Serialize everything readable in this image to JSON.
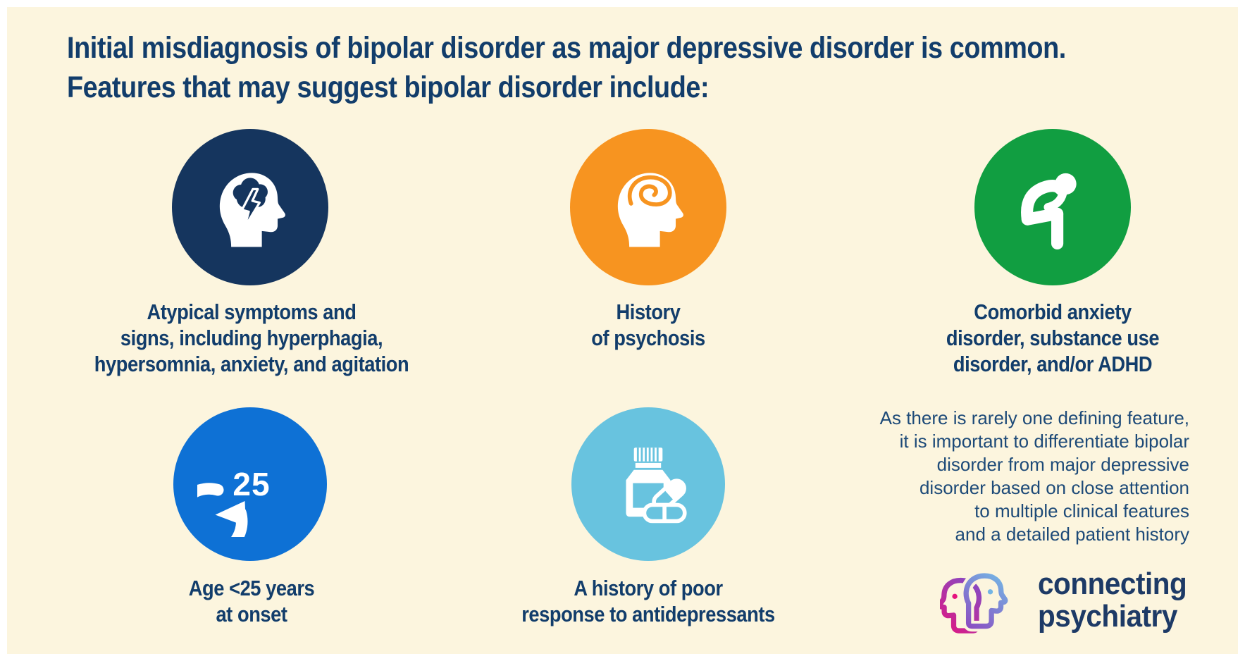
{
  "canvas": {
    "background_color": "#fcf5de",
    "frame_color": "#ffffff"
  },
  "title": {
    "color": "#123d6b",
    "lines": [
      "Initial misdiagnosis of bipolar disorder as major depressive disorder is common.",
      "Features that may suggest bipolar disorder include:"
    ]
  },
  "features": [
    {
      "name": "atypical-symptoms",
      "icon": "head-storm-icon",
      "circle_color": "#15355e",
      "label_lines": [
        "Atypical symptoms and",
        "signs, including hyperphagia,",
        "hypersomnia, anxiety, and agitation"
      ]
    },
    {
      "name": "history-of-psychosis",
      "icon": "head-brain-icon",
      "circle_color": "#f79420",
      "label_lines": [
        "History",
        "of psychosis"
      ]
    },
    {
      "name": "comorbid-disorders",
      "icon": "hunched-person-icon",
      "circle_color": "#119e41",
      "label_lines": [
        "Comorbid anxiety",
        "disorder, substance use",
        "disorder, and/or ADHD"
      ]
    },
    {
      "name": "age-at-onset",
      "icon": "countdown-25-icon",
      "circle_color": "#0e71d5",
      "icon_number": "25",
      "label_lines": [
        "Age <25 years",
        "at onset"
      ]
    },
    {
      "name": "antidepressant-response",
      "icon": "medication-icon",
      "circle_color": "#68c3df",
      "label_lines": [
        "A history of poor",
        "response to antidepressants"
      ]
    }
  ],
  "note": {
    "color": "#1d4a78",
    "lines": [
      "As there is rarely one defining feature,",
      "it is important to differentiate bipolar",
      "disorder from major depressive",
      "disorder based on close attention",
      "to multiple clinical features",
      "and a detailed patient history"
    ]
  },
  "logo": {
    "lines": [
      "connecting",
      "psychiatry"
    ],
    "text_color": "#1d3a66",
    "gradient_colors": [
      "#e6137d",
      "#8c48c0",
      "#74b5e4"
    ]
  }
}
